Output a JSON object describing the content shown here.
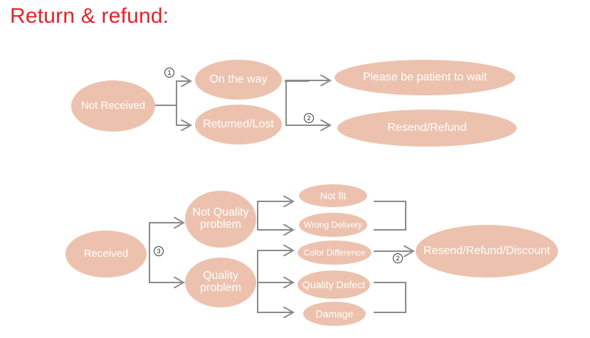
{
  "title": "Return & refund:",
  "colors": {
    "node_fill": "#ecc2ae",
    "node_text": "#ffffff",
    "title": "#e8202a",
    "connector": "#8a8a8a"
  },
  "top": {
    "not_received": "Not Received",
    "on_the_way": "On the way",
    "returned_lost": "Retumed/Lost",
    "wait": "Please be patient to wait",
    "resend_refund": "Resend/Refund",
    "marker_1": "1",
    "marker_2": "2"
  },
  "bottom": {
    "received": "Received",
    "not_quality_problem": "Not Quality problem",
    "quality_problem": "Quality problem",
    "not_fit": "Not fit",
    "wrong_delivery": "Wrong Delivery",
    "color_difference": "Color Difference",
    "quality_defect": "Quality Defect",
    "damage": "Damage",
    "resend_refund_discount": "Resend/Refund/Discount",
    "marker_3": "3",
    "marker_2": "2"
  }
}
